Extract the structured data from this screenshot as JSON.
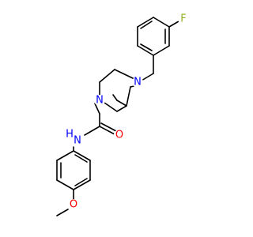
{
  "molecule": {
    "atoms": {
      "fluorine": "F",
      "piperazine_n_top": "N",
      "piperazine_n_bottom": "N",
      "amide_nh": "N",
      "amide_h": "H",
      "carbonyl_o": "O",
      "methoxy_o": "O"
    },
    "colors": {
      "bond": "#000000",
      "fluorine": "#90B020",
      "nitrogen": "#0000FF",
      "oxygen": "#FF0000"
    }
  }
}
